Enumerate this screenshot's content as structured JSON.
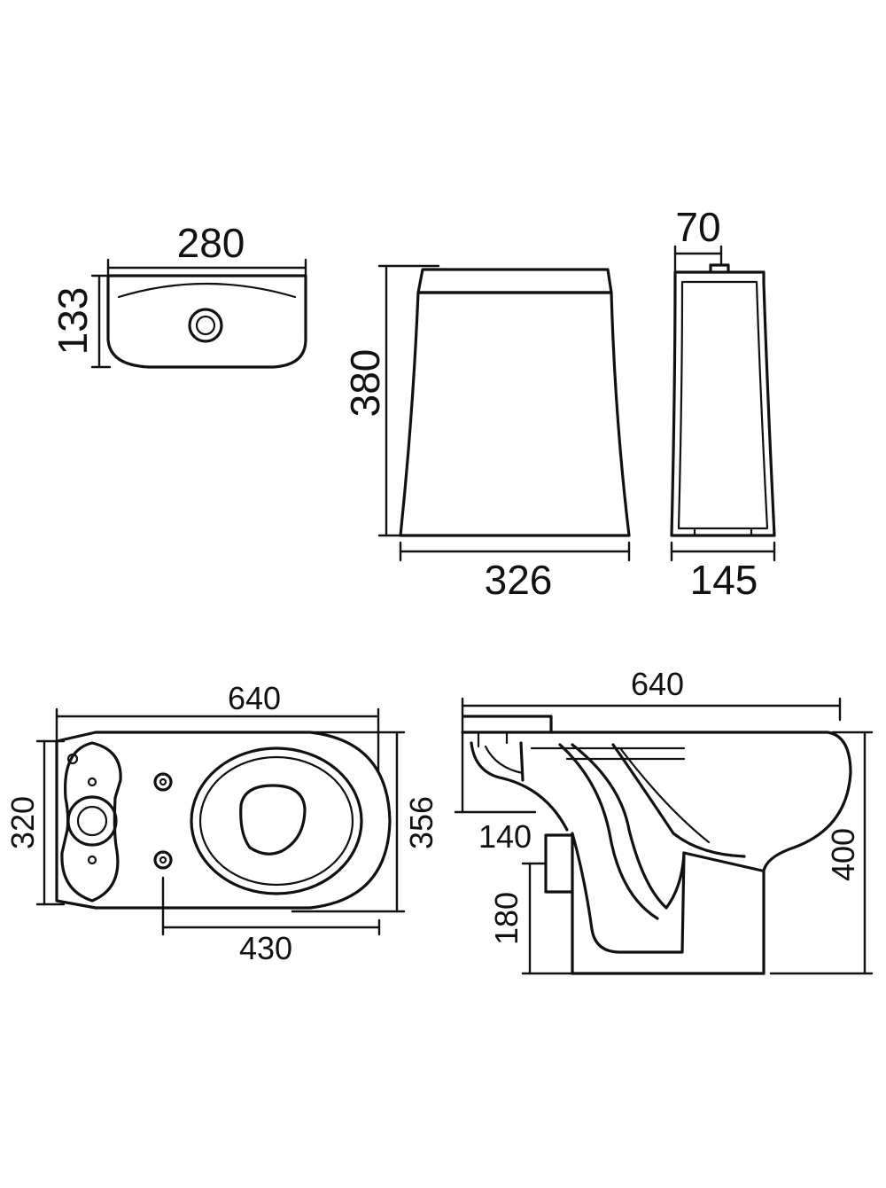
{
  "views": {
    "tank_top": {
      "width": "280",
      "depth": "133"
    },
    "tank_front": {
      "height": "380",
      "width": "326"
    },
    "tank_side": {
      "top": "70",
      "depth": "145"
    },
    "bowl_top": {
      "length": "640",
      "width_back": "320",
      "width_front": "356",
      "fixing": "430"
    },
    "bowl_side": {
      "length": "640",
      "height": "400",
      "inlet": "140",
      "outlet": "180"
    }
  },
  "colors": {
    "line": "#111111",
    "background": "#ffffff"
  }
}
